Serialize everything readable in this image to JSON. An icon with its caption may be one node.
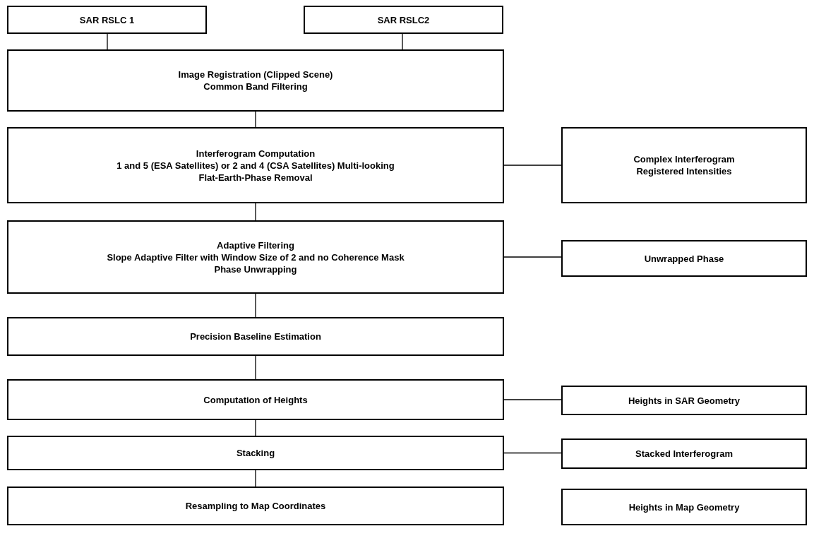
{
  "diagram": {
    "nodes": [
      {
        "text": [
          "SAR RSLC 1"
        ]
      },
      {
        "text": [
          "SAR RSLC2"
        ]
      },
      {
        "text": [
          "Image Registration (Clipped Scene)",
          "Common Band Filtering"
        ]
      },
      {
        "text": [
          "Interferogram Computation",
          "1 and 5 (ESA Satellites) or 2 and 4 (CSA Satellites) Multi-looking",
          "Flat-Earth-Phase Removal"
        ]
      },
      {
        "text": [
          "Complex Interferogram",
          "Registered Intensities"
        ]
      },
      {
        "text": [
          "Adaptive Filtering",
          "Slope Adaptive Filter with Window Size of 2 and no Coherence Mask",
          "Phase Unwrapping"
        ]
      },
      {
        "text": [
          "Unwrapped Phase"
        ]
      },
      {
        "text": [
          "Precision Baseline Estimation"
        ]
      },
      {
        "text": [
          "Computation of Heights"
        ]
      },
      {
        "text": [
          "Heights in SAR Geometry"
        ]
      },
      {
        "text": [
          "Stacking"
        ]
      },
      {
        "text": [
          "Stacked Interferogram"
        ]
      },
      {
        "text": [
          "Resampling to Map Coordinates"
        ]
      },
      {
        "text": [
          "Heights in Map Geometry"
        ]
      }
    ],
    "edges": [
      {
        "from": 0,
        "to": 2,
        "arrow": "none"
      },
      {
        "from": 1,
        "to": 2,
        "arrow": "none"
      },
      {
        "from": 2,
        "to": 3,
        "arrow": "none"
      },
      {
        "from": 3,
        "to": 4,
        "arrow": "none"
      },
      {
        "from": 3,
        "to": 5,
        "arrow": "none"
      },
      {
        "from": 5,
        "to": 6,
        "arrow": "none"
      },
      {
        "from": 5,
        "to": 7,
        "arrow": "none"
      },
      {
        "from": 7,
        "to": 8,
        "arrow": "none"
      },
      {
        "from": 8,
        "to": 9,
        "arrow": "none"
      },
      {
        "from": 8,
        "to": 10,
        "arrow": "none"
      },
      {
        "from": 10,
        "to": 11,
        "arrow": "none"
      },
      {
        "from": 10,
        "to": 12,
        "arrow": "none"
      }
    ]
  }
}
